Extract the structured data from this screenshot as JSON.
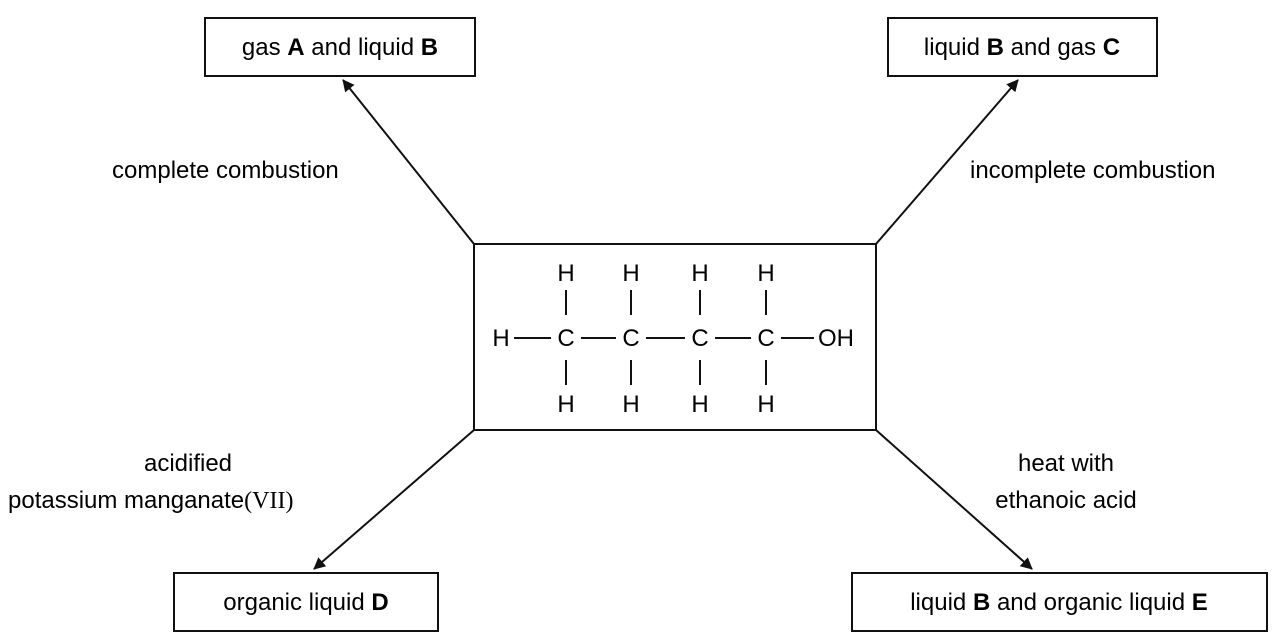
{
  "boxes": {
    "top_left": {
      "pre": "gas ",
      "b1": "A",
      "mid": " and liquid ",
      "b2": "B"
    },
    "top_right": {
      "pre": "liquid ",
      "b1": "B",
      "mid": " and gas ",
      "b2": "C"
    },
    "bottom_left": {
      "pre": "organic liquid ",
      "b1": "D"
    },
    "bottom_right": {
      "pre": "liquid ",
      "b1": "B",
      "mid": " and organic liquid ",
      "b2": "E"
    }
  },
  "labels": {
    "complete": "complete combustion",
    "incomplete": "incomplete combustion",
    "oxidation_line1": "acidified",
    "oxidation_line2": "potassium manganate",
    "oxidation_roman": "(VII)",
    "ester_line1": "heat with",
    "ester_line2": "ethanoic acid"
  },
  "molecule": {
    "h": "H",
    "c": "C",
    "oh": "OH"
  }
}
